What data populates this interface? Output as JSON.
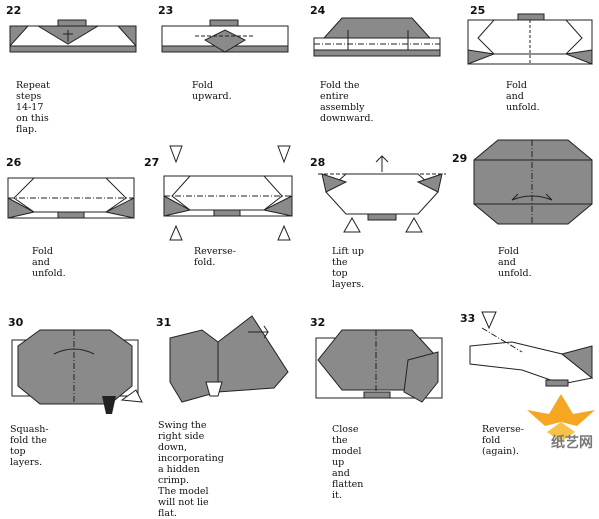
{
  "steps": [
    {
      "number": "22",
      "caption": "Repeat steps 14-17\non this flap."
    },
    {
      "number": "23",
      "caption": "Fold upward."
    },
    {
      "number": "24",
      "caption": "Fold the entire\nassembly downward."
    },
    {
      "number": "25",
      "caption": "Fold and unfold."
    },
    {
      "number": "26",
      "caption": "Fold and unfold."
    },
    {
      "number": "27",
      "caption": "Reverse-fold."
    },
    {
      "number": "28",
      "caption": "Lift up the top layers."
    },
    {
      "number": "29",
      "caption": "Fold and unfold."
    },
    {
      "number": "30",
      "caption": "Squash-fold the top layers."
    },
    {
      "number": "31",
      "caption": "Swing the right side down,\nincorporating a hidden crimp.\nThe model will not lie flat."
    },
    {
      "number": "32",
      "caption": "Close the model up\nand flatten it."
    },
    {
      "number": "33",
      "caption": "Reverse-fold (again)."
    }
  ],
  "watermark": {
    "text": "纸艺网",
    "icon": "origami-crane-logo"
  },
  "colors": {
    "paper_gray": "#8a8a8a",
    "paper_white": "#ffffff",
    "logo_orange": "#f5a623"
  }
}
